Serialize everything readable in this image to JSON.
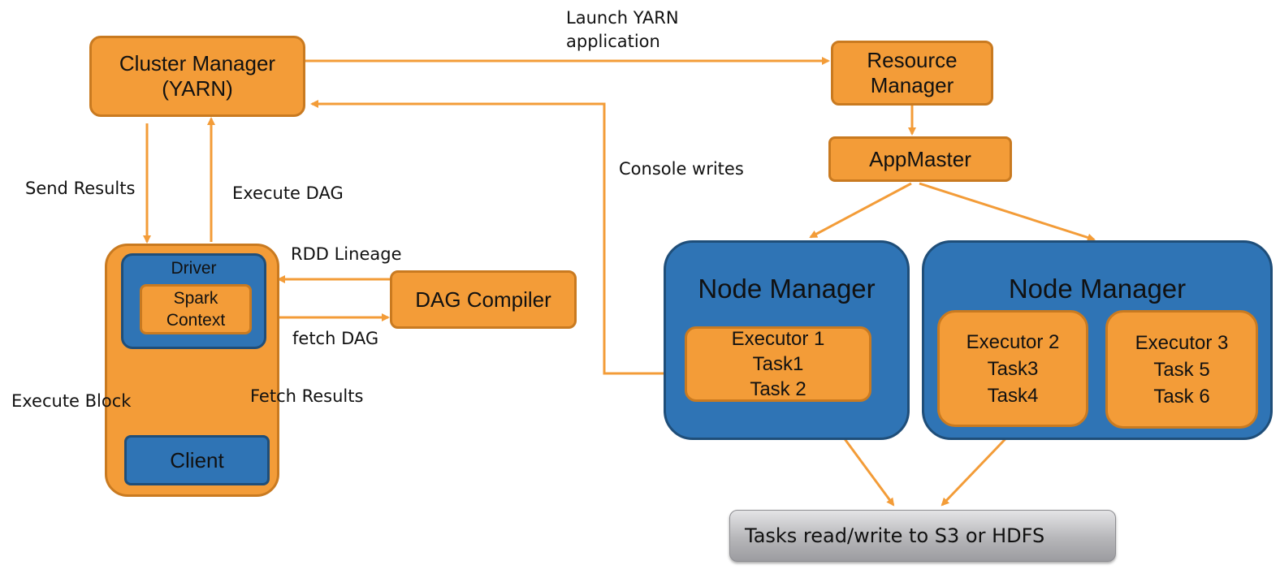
{
  "nodes": {
    "cluster_manager": [
      "Cluster Manager",
      "(YARN)"
    ],
    "resource_manager": [
      "Resource",
      "Manager"
    ],
    "app_master": "AppMaster",
    "driver": "Driver",
    "spark_context": [
      "Spark",
      "Context"
    ],
    "client": "Client",
    "dag_compiler": "DAG Compiler",
    "node_manager_1": "Node Manager",
    "node_manager_2": "Node Manager",
    "executor_1": [
      "Executor 1",
      "Task1",
      "Task 2"
    ],
    "executor_2": [
      "Executor 2",
      "Task3",
      "Task4"
    ],
    "executor_3": [
      "Executor 3",
      "Task 5",
      "Task 6"
    ],
    "storage": "Tasks read/write to S3 or HDFS"
  },
  "edges": {
    "launch_yarn": [
      "Launch YARN",
      "application"
    ],
    "console_writes": "Console writes",
    "send_results": "Send Results",
    "execute_dag": "Execute DAG",
    "rdd_lineage": "RDD Lineage",
    "fetch_dag": "fetch DAG",
    "execute_block": "Execute Block",
    "fetch_results": "Fetch Results"
  },
  "colors": {
    "orange_fill": "#f39c38",
    "orange_border": "#c97a20",
    "blue_fill": "#2f74b5",
    "blue_border": "#1f4e79",
    "storage_fill": "#a8a8ab"
  }
}
